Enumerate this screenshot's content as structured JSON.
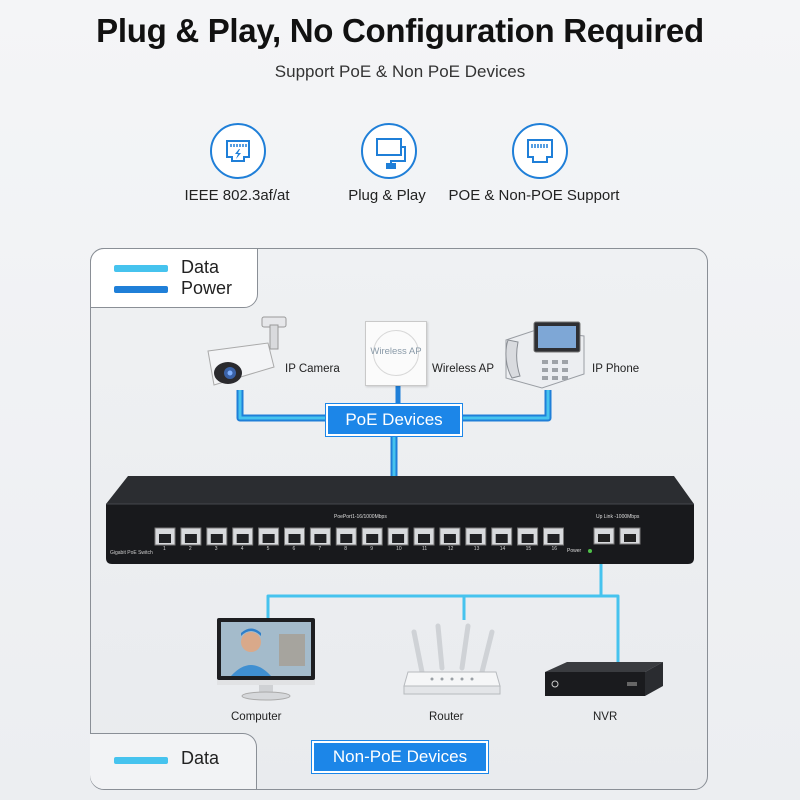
{
  "header": {
    "title": "Plug & Play, No Configuration Required",
    "subtitle": "Support PoE & Non PoE Devices"
  },
  "features": [
    {
      "label": "IEEE 802.3af/at",
      "icon": "ethernet-port-lightning-icon"
    },
    {
      "label": "Plug & Play",
      "icon": "plug-cable-icon"
    },
    {
      "label": "POE & Non-POE Support",
      "icon": "ethernet-port-icon"
    }
  ],
  "legend_top": {
    "data_label": "Data",
    "power_label": "Power"
  },
  "legend_bottom": {
    "data_label": "Data"
  },
  "poe_devices": {
    "badge": "PoE Devices",
    "camera": "IP Camera",
    "ap": "Wireless AP",
    "ap_text": "Wireless AP",
    "phone": "IP Phone"
  },
  "switch": {
    "model_label": "Gigabit PoE Switch",
    "poe_ports_label": "PoePort1-16/1000Mbps",
    "uplink_label": "Up Link -1000Mbps",
    "power_label": "Power",
    "port_numbers": [
      "1",
      "2",
      "3",
      "4",
      "5",
      "6",
      "7",
      "8",
      "9",
      "10",
      "11",
      "12",
      "13",
      "14",
      "15",
      "16"
    ]
  },
  "non_poe_devices": {
    "badge": "Non-PoE Devices",
    "computer": "Computer",
    "router": "Router",
    "nvr": "NVR"
  },
  "colors": {
    "data_line": "#46c3ee",
    "power_line": "#1f7fd8",
    "badge": "#1c86e8"
  }
}
